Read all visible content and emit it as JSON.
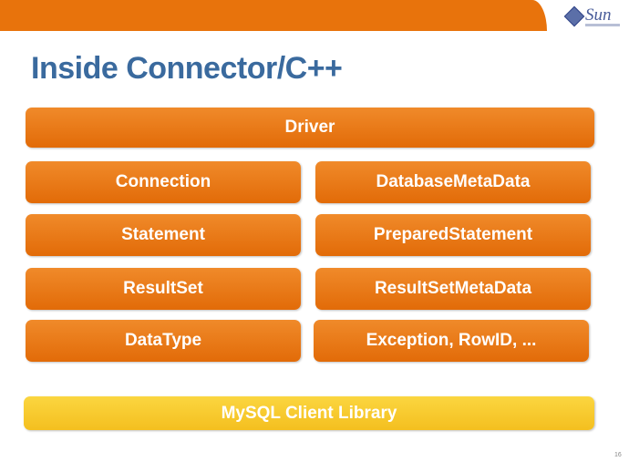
{
  "slide": {
    "title": "Inside Connector/C++",
    "logo_text": "Sun",
    "page_number": "16"
  },
  "diagram": {
    "driver": "Driver",
    "left_column": [
      "Connection",
      "Statement",
      "ResultSet",
      "DataType"
    ],
    "right_column": [
      "DatabaseMetaData",
      "PreparedStatement",
      "ResultSetMetaData",
      "Exception, RowID, ..."
    ],
    "client_library": "MySQL Client Library"
  },
  "colors": {
    "orange": "#e8730c",
    "yellow": "#f7c62a",
    "title": "#3a6a9e"
  }
}
